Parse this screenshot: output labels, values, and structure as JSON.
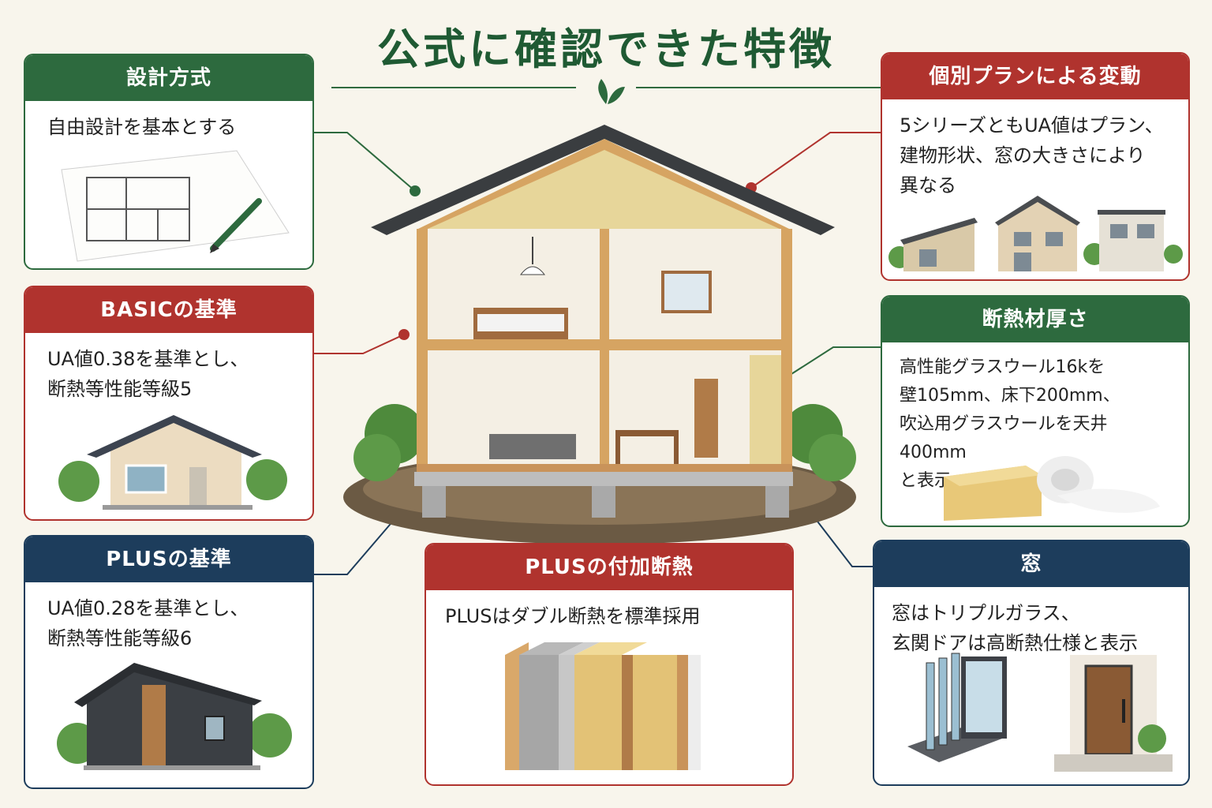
{
  "title": "公式に確認できた特徴",
  "cards": {
    "design": {
      "heading": "設計方式",
      "body": "自由設計を基本とする"
    },
    "variation": {
      "heading": "個別プランによる変動",
      "body": "5シリーズともUA値はプラン、\n建物形状、窓の大きさにより\n異なる"
    },
    "basic": {
      "heading": "BASICの基準",
      "body": "UA値0.38を基準とし、\n断熱等性能等級5"
    },
    "thickness": {
      "heading": "断熱材厚さ",
      "body": "高性能グラスウール16kを\n壁105mm、床下200mm、\n吹込用グラスウールを天井400mm\nと表示"
    },
    "plus": {
      "heading": "PLUSの基準",
      "body": "UA値0.28を基準とし、\n断熱等性能等級6"
    },
    "plus_added": {
      "heading": "PLUSの付加断熱",
      "body": "PLUSはダブル断熱を標準採用"
    },
    "window": {
      "heading": "窓",
      "body": "窓はトリプルガラス、\n玄関ドアは高断熱仕様と表示"
    }
  },
  "colors": {
    "green": "#2d6a3e",
    "red": "#b0332e",
    "navy": "#1d3d5c",
    "background": "#f8f5ec"
  }
}
